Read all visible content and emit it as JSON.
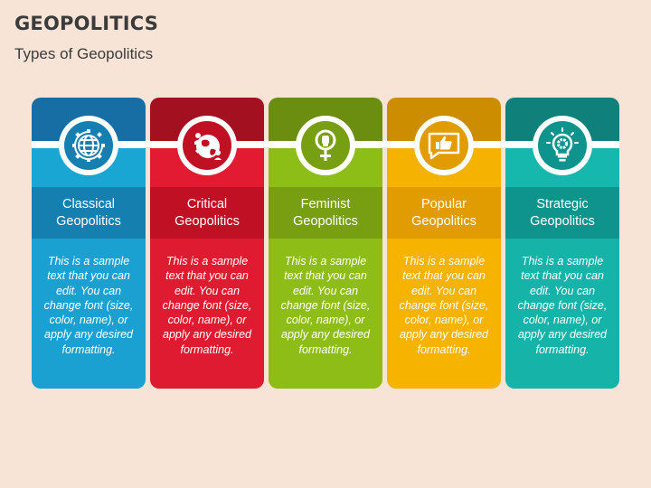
{
  "header": {
    "title": "GEOPOLITICS",
    "subtitle": "Types of Geopolitics"
  },
  "cards": [
    {
      "title_line1": "Classical",
      "title_line2": "Geopolitics",
      "icon": "globe-gear-icon",
      "body": "This is a sample text that you can edit. You can change font (size, color, name), or apply any desired formatting.",
      "colors": {
        "top": "#166ea4",
        "mid": "#1aa6d3",
        "head": "#157fb0",
        "body": "#1ba1d1"
      }
    },
    {
      "title_line1": "Critical",
      "title_line2": "Geopolitics",
      "icon": "globe-people-icon",
      "body": "This is a sample text that you can edit. You can change font (size, color, name), or apply any desired formatting.",
      "colors": {
        "top": "#a3101f",
        "mid": "#e21b32",
        "head": "#bf1024",
        "body": "#de1b30"
      }
    },
    {
      "title_line1": "Feminist",
      "title_line2": "Geopolitics",
      "icon": "female-fist-icon",
      "body": "This is a sample text that you can edit. You can change font (size, color, name), or apply any desired formatting.",
      "colors": {
        "top": "#6b8e11",
        "mid": "#8dbd17",
        "head": "#789f12",
        "body": "#8fbd18"
      }
    },
    {
      "title_line1": "Popular",
      "title_line2": "Geopolitics",
      "icon": "thumbs-up-speech-icon",
      "body": "This is a sample text that you can edit. You can change font (size, color, name), or apply any desired formatting.",
      "colors": {
        "top": "#cc8e00",
        "mid": "#f6b200",
        "head": "#e09c00",
        "body": "#f6b300"
      }
    },
    {
      "title_line1": "Strategic",
      "title_line2": "Geopolitics",
      "icon": "lightbulb-gear-icon",
      "body": "This is a sample text that you can edit. You can change font (size, color, name), or apply any desired formatting.",
      "colors": {
        "top": "#0f807a",
        "mid": "#16b7ac",
        "head": "#0f948d",
        "body": "#16b3a9"
      }
    }
  ]
}
